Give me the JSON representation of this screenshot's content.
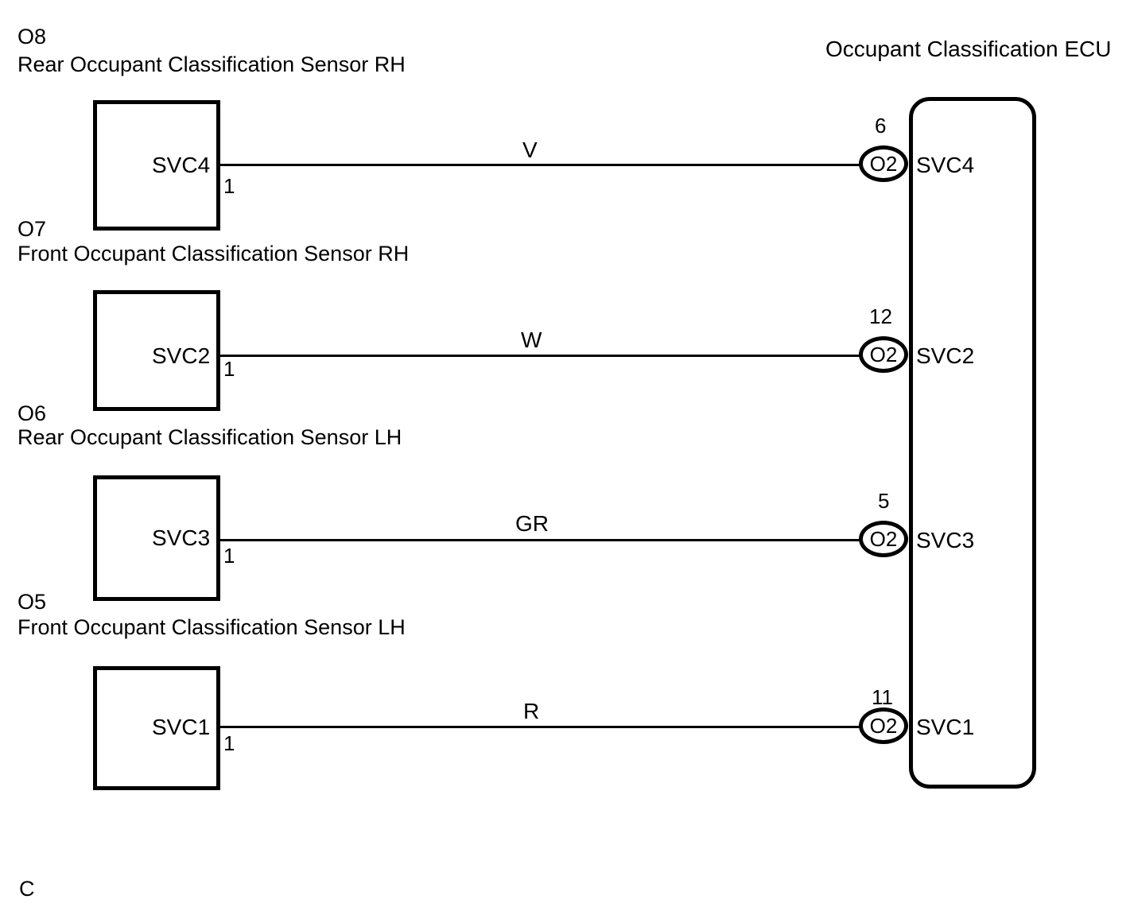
{
  "diagram": {
    "ecu_title": "Occupant Classification ECU",
    "page_mark": "C",
    "line_color": "#000000",
    "background": "#ffffff"
  },
  "connectors": [
    {
      "code": "O8",
      "name": "Rear Occupant Classification Sensor RH",
      "port": "SVC4",
      "pin": "1",
      "wire_label": "V",
      "ecu_pin": "6",
      "ecu_terminal": "O2",
      "ecu_port": "SVC4"
    },
    {
      "code": "O7",
      "name": "Front Occupant Classification Sensor RH",
      "port": "SVC2",
      "pin": "1",
      "wire_label": "W",
      "ecu_pin": "12",
      "ecu_terminal": "O2",
      "ecu_port": "SVC2"
    },
    {
      "code": "O6",
      "name": "Rear Occupant Classification Sensor LH",
      "port": "SVC3",
      "pin": "1",
      "wire_label": "GR",
      "ecu_pin": "5",
      "ecu_terminal": "O2",
      "ecu_port": "SVC3"
    },
    {
      "code": "O5",
      "name": "Front Occupant Classification Sensor LH",
      "port": "SVC1",
      "pin": "1",
      "wire_label": "R",
      "ecu_pin": "11",
      "ecu_terminal": "O2",
      "ecu_port": "SVC1"
    }
  ]
}
